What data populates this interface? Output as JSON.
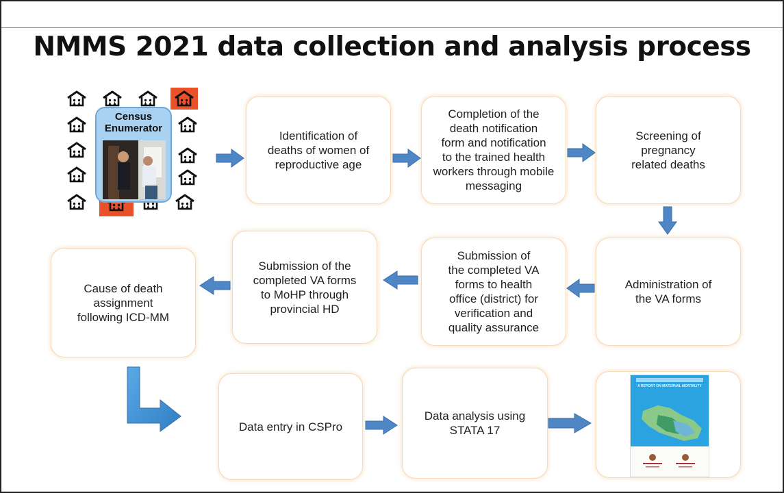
{
  "title": "NMMS 2021 data collection and analysis process",
  "census": {
    "label": "Census\nEnumerator"
  },
  "steps": [
    {
      "id": "identification",
      "label": "Identification of\ndeaths of women of\nreproductive age"
    },
    {
      "id": "notification",
      "label": "Completion of the\ndeath notification\nform and notification\nto the trained health\nworkers through mobile\nmessaging"
    },
    {
      "id": "screening",
      "label": "Screening of\npregnancy\nrelated deaths"
    },
    {
      "id": "administration",
      "label": "Administration of\nthe VA forms"
    },
    {
      "id": "submission-district",
      "label": "Submission of\nthe completed VA\nforms to health\noffice (district) for\nverification and\nquality assurance"
    },
    {
      "id": "submission-mohp",
      "label": "Submission of the\ncompleted VA forms\nto MoHP through\nprovincial HD"
    },
    {
      "id": "cause-of-death",
      "label": "Cause of death\nassignment\nfollowing ICD-MM"
    },
    {
      "id": "data-entry",
      "label": "Data entry in CSPro"
    },
    {
      "id": "data-analysis",
      "label": "Data analysis using\nSTATA 17"
    }
  ],
  "report": {
    "title": "A REPORT ON MATERNAL MORTALITY"
  },
  "colors": {
    "arrow": "#4f86c6",
    "highlight_house": "#e8512a",
    "box_border": "#f6d9b6",
    "census_bg": "#a9d1f2"
  }
}
